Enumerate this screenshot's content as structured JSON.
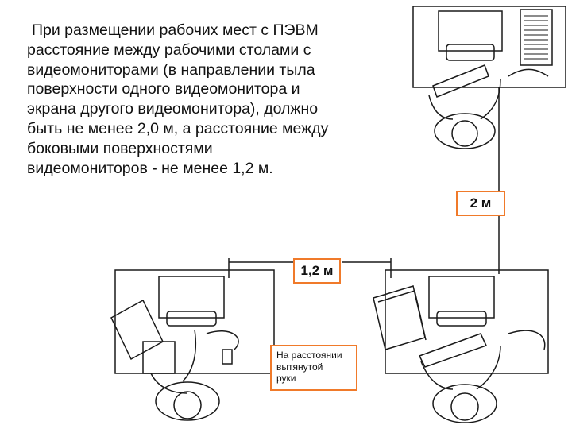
{
  "main_text": [
    "При размещении рабочих мест с ПЭВМ",
    "расстояние между рабочими столами с",
    "видеомониторами (в направлении тыла",
    "поверхности одного видеомонитора и",
    "экрана другого видеомонитора), должно",
    "быть не менее 2,0 м, а расстояние между",
    "боковыми поверхностями",
    "видеомониторов - не менее 1,2 м."
  ],
  "labels": {
    "distance_back": "2 м",
    "distance_side": "1,2 м",
    "arm_note": [
      "На расстоянии",
      "вытянутой",
      "руки"
    ]
  },
  "colors": {
    "label_border": "#f07a2a",
    "text": "#111111",
    "drawing": "#1a1a1a"
  }
}
